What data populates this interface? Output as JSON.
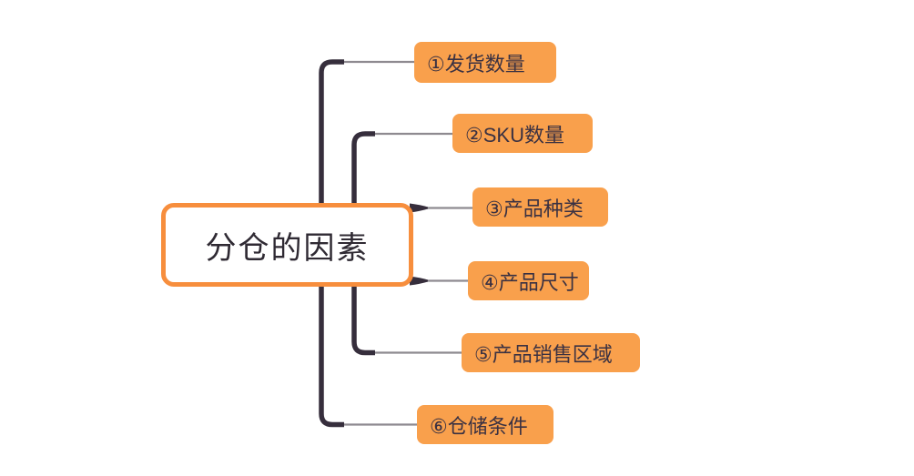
{
  "diagram": {
    "type": "mindmap",
    "root": {
      "label": "分仓的因素"
    },
    "branches": [
      {
        "id": 1,
        "label": "①发货数量"
      },
      {
        "id": 2,
        "label": "②SKU数量"
      },
      {
        "id": 3,
        "label": "③产品种类"
      },
      {
        "id": 4,
        "label": "④产品尺寸"
      },
      {
        "id": 5,
        "label": "⑤产品销售区域"
      },
      {
        "id": 6,
        "label": "⑥仓储条件"
      }
    ],
    "colors": {
      "background": "#FFFFFF",
      "root_fill": "#FFFFFF",
      "root_border": "#F78E3D",
      "branch_fill": "#F9A04C",
      "text": "#3A3142",
      "connector_dark": "#362E3C",
      "connector_gray": "#8E8A90"
    }
  }
}
